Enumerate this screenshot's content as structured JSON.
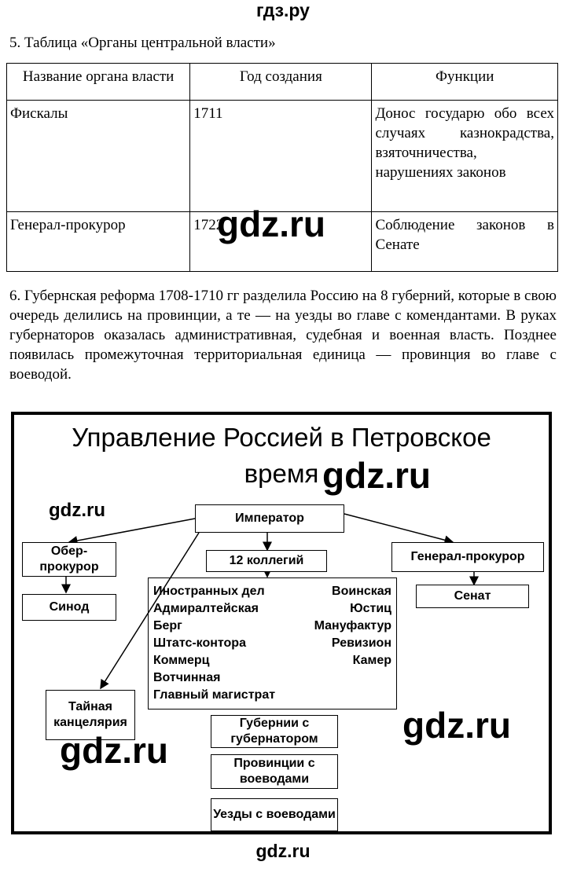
{
  "header": {
    "site": "гдз.ру"
  },
  "section5": {
    "title": "5. Таблица «Органы центральной власти»",
    "columns": [
      "Название органа власти",
      "Год создания",
      "Функции"
    ],
    "rows": [
      {
        "name": "Фискалы",
        "year": "1711",
        "functions": "Донос государю обо всех случаях казнокрадства, взяточничества, нарушениях законов"
      },
      {
        "name": "Генерал-прокурор",
        "year": "1722",
        "functions": "Соблюдение законов в Сенате"
      }
    ]
  },
  "section6": {
    "text": "6. Губернская реформа 1708-1710 гг разделила Россию на 8 губерний, которые в свою очередь делились на провинции, а те — на уезды во главе с комендантами. В руках губернаторов оказалась административная, судебная и военная власть. Позднее появилась промежуточная территориальная единица — провинция во главе с воеводой."
  },
  "diagram": {
    "title_line1": "Управление Россией в Петровское",
    "title_line2": "время",
    "emperor": "Император",
    "ober_prokuror": "Обер-прокурор",
    "synod": "Синод",
    "colleges_count": "12 коллегий",
    "colleges_left": [
      "Иностранных дел",
      "Адмиралтейская",
      "Берг",
      "Штатс-контора",
      "Коммерц",
      "Вотчинная",
      "Главный магистрат"
    ],
    "colleges_right": [
      "Воинская",
      "Юстиц",
      "Мануфактур",
      "Ревизион",
      "Камер"
    ],
    "general_prokuror": "Генерал-прокурор",
    "senate": "Сенат",
    "secret_office": "Тайная канцелярия",
    "provinces_governor": "Губернии с губернатором",
    "provinces_voevoda": "Провинции с воеводами",
    "uezdy_voevoda": "Уезды с воеводами"
  },
  "watermarks": {
    "text": "gdz.ru"
  },
  "footer": {
    "site": "gdz.ru"
  }
}
